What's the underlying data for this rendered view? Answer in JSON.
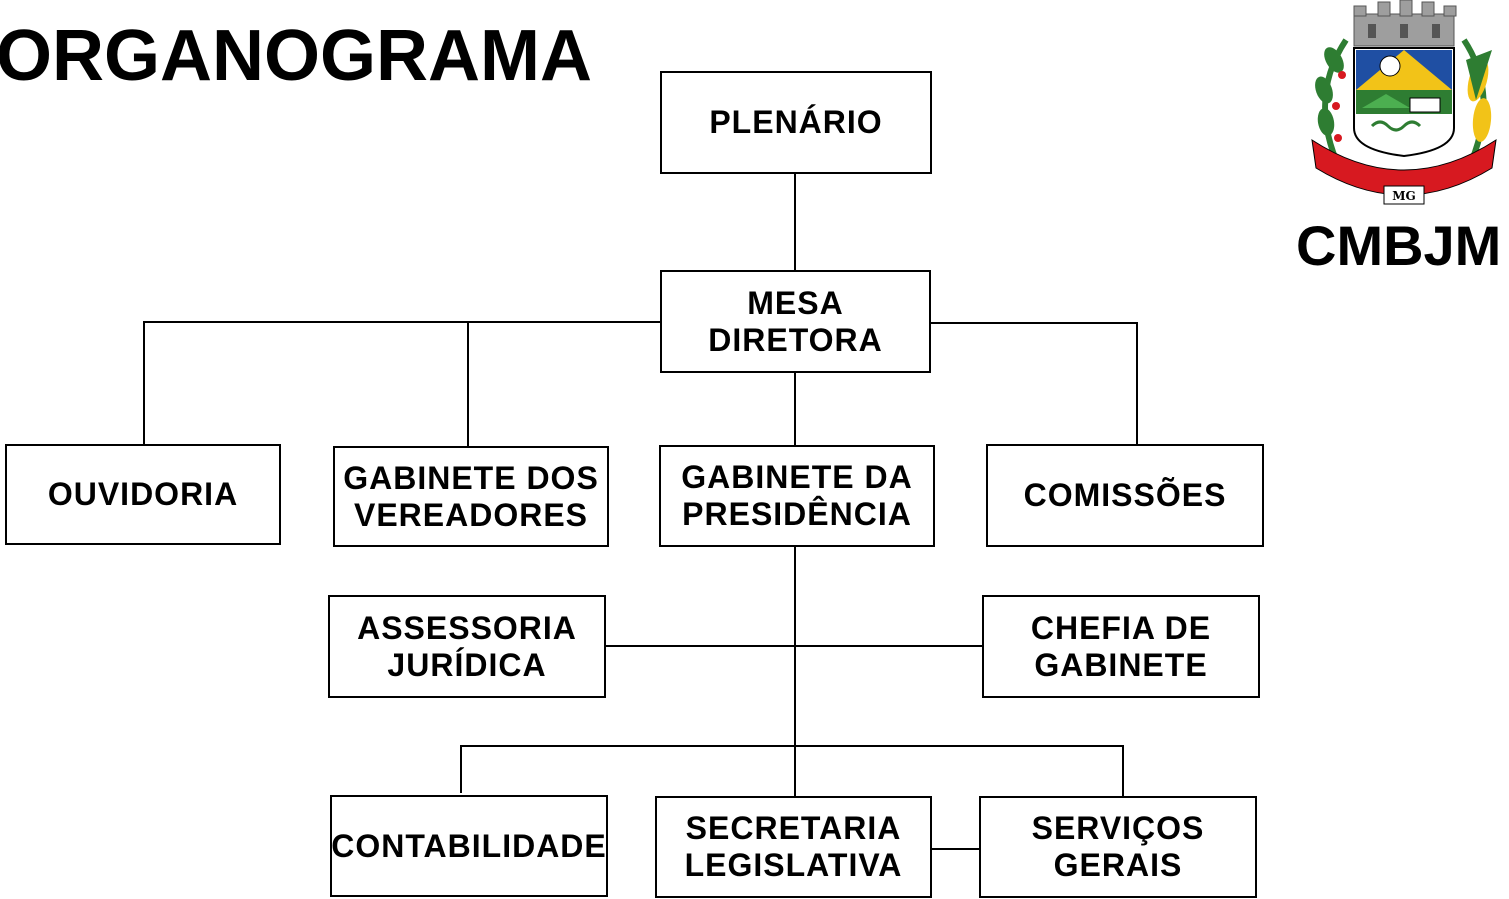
{
  "title": "ORGANOGRAMA",
  "acronym": "CMBJM",
  "crest": {
    "state": "MG"
  },
  "nodes": {
    "plenario": "PLENÁRIO",
    "mesa": "MESA\nDIRETORA",
    "ouvidoria": "OUVIDORIA",
    "gabinete_vereadores": "GABINETE DOS\nVEREADORES",
    "gabinete_presidencia": "GABINETE DA\nPRESIDÊNCIA",
    "comissoes": "COMISSÕES",
    "assessoria": "ASSESSORIA\nJURÍDICA",
    "chefia": "CHEFIA DE\nGABINETE",
    "contabilidade": "CONTABILIDADE",
    "secretaria": "SECRETARIA\nLEGISLATIVA",
    "servicos": "SERVIÇOS\nGERAIS"
  },
  "colors": {
    "line": "#000000",
    "box_border": "#000000",
    "crest_red": "#d71920",
    "crest_green": "#2e7d32",
    "crest_gold": "#f2c318",
    "crest_blue": "#1f4fa3"
  }
}
